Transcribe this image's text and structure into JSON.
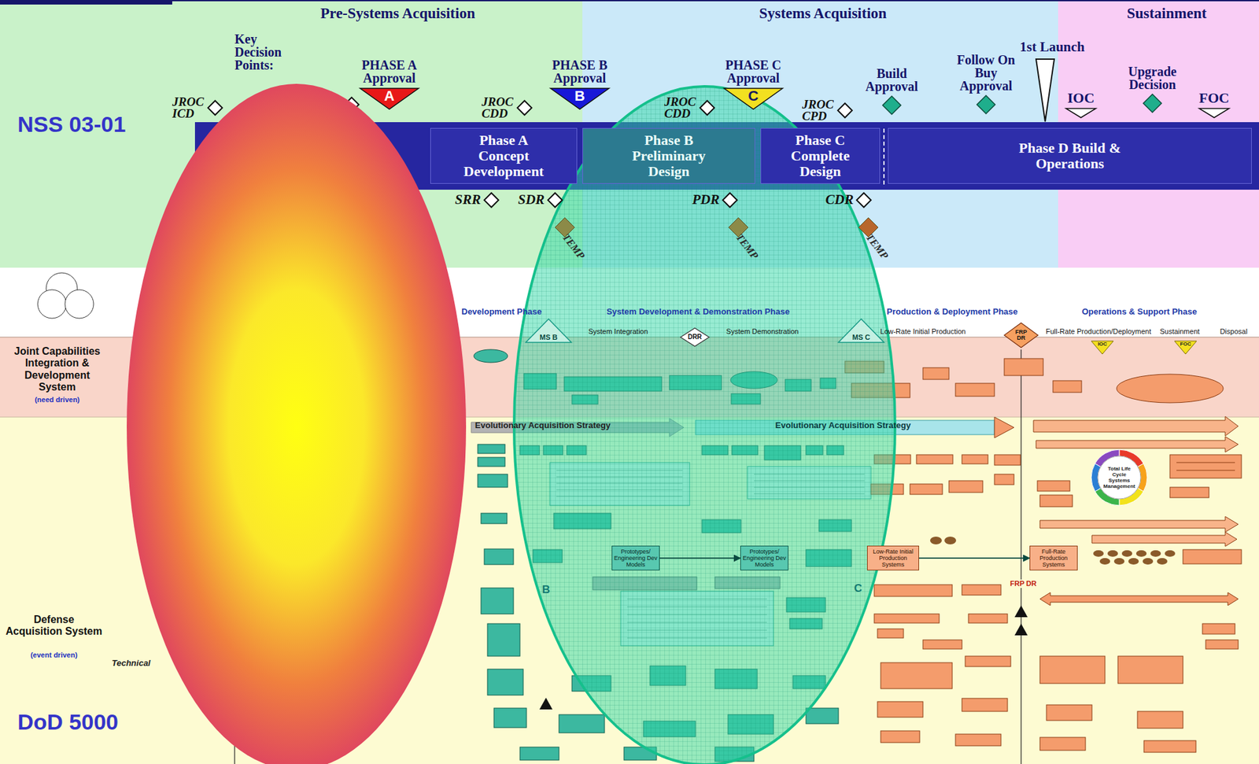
{
  "diagram": {
    "nodes": [
      {
        "text": [
          "PHASE A Approval",
          "A"
        ]
      },
      {
        "text": [
          "PHASE B Approval",
          "B"
        ]
      },
      {
        "text": [
          "PHASE C Approval",
          "C"
        ]
      },
      {
        "text": [
          "Build Approval"
        ]
      },
      {
        "text": [
          "Follow On Buy Approval"
        ]
      },
      {
        "text": [
          "1st Launch"
        ]
      },
      {
        "text": [
          "IOC"
        ]
      },
      {
        "text": [
          "Upgrade Decision"
        ]
      },
      {
        "text": [
          "FOC"
        ]
      },
      {
        "text": [
          "JROC ICD"
        ]
      },
      {
        "text": [
          "JROC CDD"
        ]
      },
      {
        "text": [
          "JROC CDD"
        ]
      },
      {
        "text": [
          "JROC CPD"
        ]
      },
      {
        "text": [
          "Phase A Concept Development"
        ]
      },
      {
        "text": [
          "Phase B Preliminary Design"
        ]
      },
      {
        "text": [
          "Phase C Complete Design"
        ]
      },
      {
        "text": [
          "Phase D Build & Operations"
        ]
      },
      {
        "text": [
          "SRR"
        ]
      },
      {
        "text": [
          "SDR"
        ]
      },
      {
        "text": [
          "PDR"
        ]
      },
      {
        "text": [
          "CDR"
        ]
      },
      {
        "text": [
          "TEMP"
        ]
      },
      {
        "text": [
          "TEMP"
        ]
      },
      {
        "text": [
          "TEMP"
        ]
      },
      {
        "text": [
          "MS B"
        ]
      },
      {
        "text": [
          "DRR"
        ]
      },
      {
        "text": [
          "MS C"
        ]
      },
      {
        "text": [
          "FRP DR"
        ]
      },
      {
        "text": [
          "IOC"
        ]
      },
      {
        "text": [
          "FOC"
        ]
      },
      {
        "text": [
          "Prototypes/ Engineering Dev Models"
        ]
      },
      {
        "text": [
          "Prototypes/ Engineering Dev Models"
        ]
      },
      {
        "text": [
          "Low-Rate Initial Production Systems"
        ]
      },
      {
        "text": [
          "Full-Rate Production Systems"
        ]
      },
      {
        "text": [
          "Total Life Cycle Systems Management"
        ]
      }
    ],
    "edges": [
      {
        "from": 30,
        "to": 31,
        "arrow": "to"
      },
      {
        "from": 32,
        "to": 33,
        "arrow": "to"
      }
    ],
    "labels": [
      "Pre-Systems Acquisition",
      "Systems Acquisition",
      "Sustainment",
      "Key Decision Points:",
      "NSS 03-01",
      "Development Phase",
      "System Development & Demonstration Phase",
      "Production & Deployment Phase",
      "Operations & Support Phase",
      "System Integration",
      "System Demonstration",
      "Low-Rate Initial Production",
      "Full-Rate Production/Deployment",
      "Sustainment",
      "Disposal",
      "Evolutionary Acquisition Strategy",
      "Evolutionary Acquisition Strategy",
      "Joint Capabilities Integration & Development System",
      "(need driven)",
      "Defense Acquisition System",
      "(event driven)",
      "Technical",
      "DoD 5000",
      "B",
      "C",
      "FRP DR"
    ]
  }
}
